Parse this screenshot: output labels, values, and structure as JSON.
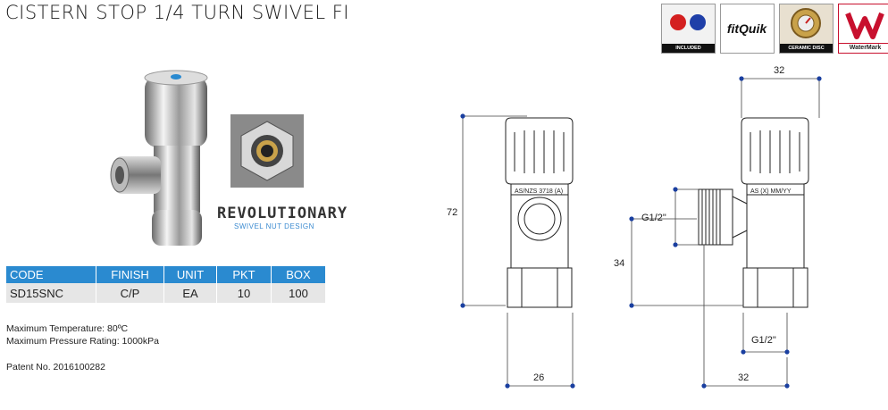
{
  "title": "CISTERN STOP 1/4 TURN SWIVEL FI",
  "badges": [
    {
      "icon": "taps-icon",
      "caption": "INCLUDED"
    },
    {
      "icon": "fitquik-logo",
      "caption": "fitQuik"
    },
    {
      "icon": "ceramic-disc-icon",
      "caption": "CERAMIC DISC"
    },
    {
      "icon": "watermark-logo",
      "caption": "WaterMark"
    }
  ],
  "revolutionary": {
    "heading": "REVOLUTIONARY",
    "subheading": "SWIVEL NUT DESIGN"
  },
  "table": {
    "headers": [
      "CODE",
      "FINISH",
      "UNIT",
      "PKT",
      "BOX"
    ],
    "rows": [
      [
        "SD15SNC",
        "C/P",
        "EA",
        "10",
        "100"
      ]
    ]
  },
  "notes": {
    "max_temp": "Maximum Temperature: 80ºC",
    "max_pressure": "Maximum Pressure Rating: 1000kPa",
    "patent": "Patent No. 2016100282"
  },
  "drawing_front": {
    "height_label": "72",
    "width_label": "26",
    "marking": "AS/NZS 3718 (A)"
  },
  "drawing_side": {
    "top_width_label": "32",
    "inlet_label": "G1/2\"",
    "outlet_height_label": "34",
    "bottom_thread_label": "G1/2\"",
    "bottom_offset_label": "32",
    "marking": "AS (X) MM/YY"
  },
  "colors": {
    "table_header": "#2a8ad0",
    "table_row": "#e6e6e6",
    "dimension_dot": "#1a3fa0"
  }
}
